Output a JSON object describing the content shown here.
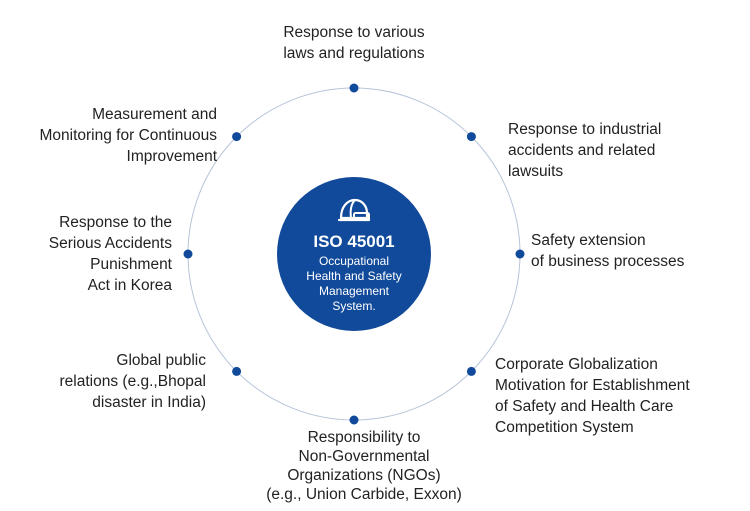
{
  "colors": {
    "ring": "#b7c5d8",
    "node": "#114a9a",
    "center_fill": "#114a9a",
    "center_text": "#ffffff",
    "label_text": "#222222"
  },
  "center": {
    "icon": "safety-helmet-icon",
    "title": "ISO 45001",
    "subtitle": [
      "Occupational",
      "Health and Safety",
      "Management",
      "System."
    ]
  },
  "nodes": [
    {
      "id": "laws",
      "lines": [
        "Response to various",
        "laws and regulations"
      ]
    },
    {
      "id": "industrial-accidents",
      "lines": [
        "Response to industrial",
        "accidents and related",
        "lawsuits"
      ]
    },
    {
      "id": "safety-extension",
      "lines": [
        "Safety extension",
        "of business processes"
      ]
    },
    {
      "id": "globalization",
      "lines": [
        "Corporate Globalization",
        "Motivation for Establishment",
        "of Safety and Health Care",
        "Competition System"
      ]
    },
    {
      "id": "ngos",
      "lines": [
        "Responsibility to",
        "Non-Governmental",
        "Organizations (NGOs)",
        "(e.g., Union Carbide, Exxon)"
      ]
    },
    {
      "id": "public-relations",
      "lines": [
        "Global public",
        "relations (e.g.,Bhopal",
        "disaster in India)"
      ]
    },
    {
      "id": "serious-accidents-act",
      "lines": [
        "Response to the",
        "Serious Accidents",
        "Punishment",
        "Act in Korea"
      ]
    },
    {
      "id": "monitoring",
      "lines": [
        "Measurement and",
        "Monitoring for Continuous",
        "Improvement"
      ]
    }
  ]
}
